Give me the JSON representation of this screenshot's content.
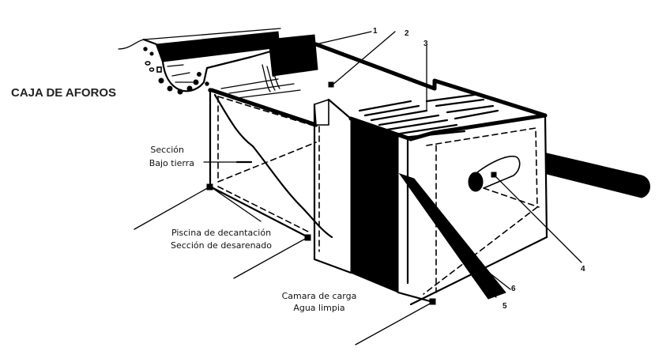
{
  "title": "CAJA DE AFOROS",
  "sections": {
    "bajo_tierra": {
      "line1": "Sección",
      "line2": "Bajo tierra"
    },
    "piscina": {
      "line1": "Piscina de decantación",
      "line2": "Sección de desarenado"
    },
    "camara": {
      "line1": "Camara de carga",
      "line2": "Agua limpia"
    }
  },
  "callouts": [
    "1",
    "2",
    "3",
    "4",
    "5",
    "6"
  ],
  "colors": {
    "ink": "#000000",
    "background": "#ffffff",
    "title": "#222222"
  }
}
